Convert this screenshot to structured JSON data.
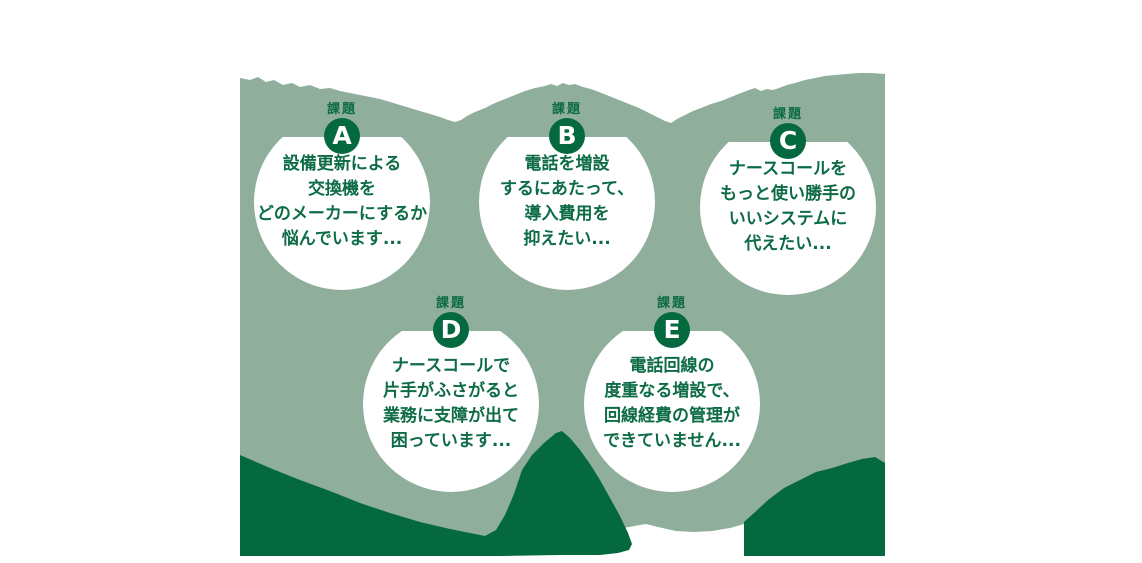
{
  "colors": {
    "sage": "#8fae9b",
    "deep_green": "#04693f",
    "text_green": "#0d6c46",
    "bubble": "#ffffff",
    "badge_text": "#ffffff",
    "page_bg": "#ffffff"
  },
  "issues": [
    {
      "tag": "課題",
      "letter": "A",
      "lines": [
        "設備更新による",
        "交換機を",
        "どのメーカーにするか",
        "悩んでいます..."
      ]
    },
    {
      "tag": "課題",
      "letter": "B",
      "lines": [
        "電話を増設",
        "するにあたって、",
        "導入費用を",
        "抑えたい..."
      ]
    },
    {
      "tag": "課題",
      "letter": "C",
      "lines": [
        "ナースコールを",
        "もっと使い勝手の",
        "いいシステムに",
        "代えたい..."
      ]
    },
    {
      "tag": "課題",
      "letter": "D",
      "lines": [
        "ナースコールで",
        "片手がふさがると",
        "業務に支障が出て",
        "困っています..."
      ]
    },
    {
      "tag": "課題",
      "letter": "E",
      "lines": [
        "電話回線の",
        "度重なる増設で、",
        "回線経費の管理が",
        "できていません..."
      ]
    }
  ]
}
